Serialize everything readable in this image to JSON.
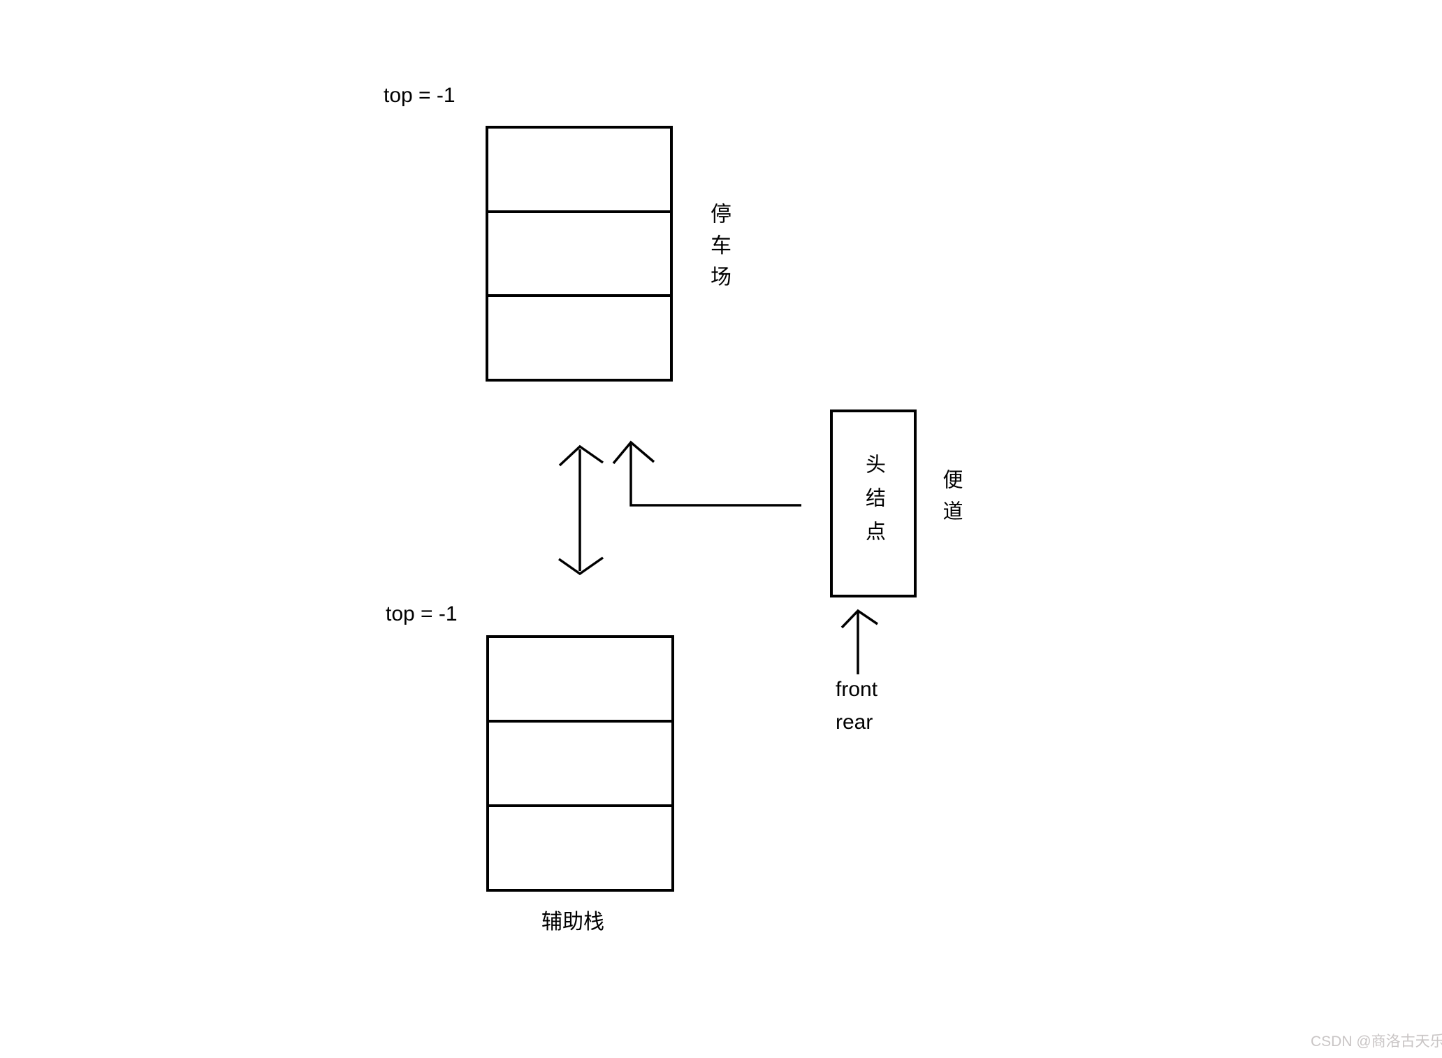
{
  "page": {
    "background": "#ffffff",
    "ink_color": "#000000"
  },
  "parking_stack": {
    "top_label": "top = -1",
    "side_label": "停车场"
  },
  "aux_stack": {
    "top_label": "top = -1",
    "caption": "辅助栈"
  },
  "queue": {
    "node_label": "头结点",
    "side_label": "便道",
    "front_label": "front",
    "rear_label": "rear"
  },
  "watermark": {
    "text": "CSDN @商洛古天乐",
    "color": "#c9c5c5"
  }
}
